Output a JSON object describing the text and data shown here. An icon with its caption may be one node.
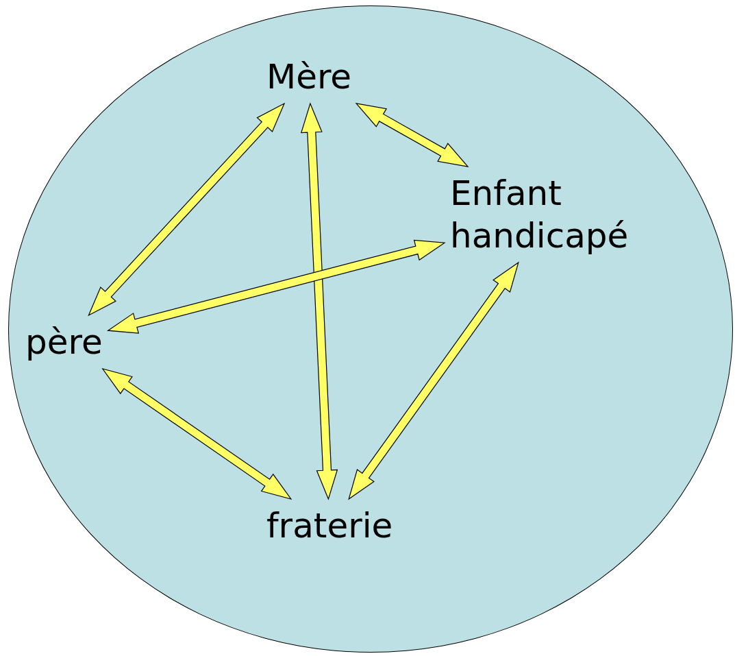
{
  "diagram": {
    "nodes": [
      {
        "text": [],
        "shape": "circle"
      },
      {
        "text": [
          "Mère"
        ],
        "in": 0
      },
      {
        "text": [
          "Enfant handicapé"
        ],
        "in": 0
      },
      {
        "text": [
          "père"
        ],
        "in": 0
      },
      {
        "text": [
          "fraterie"
        ],
        "in": 0
      }
    ],
    "edges": [
      {
        "from": 1,
        "to": 2,
        "arrow": "both"
      },
      {
        "from": 1,
        "to": 3,
        "arrow": "both"
      },
      {
        "from": 1,
        "to": 4,
        "arrow": "both"
      },
      {
        "from": 3,
        "to": 2,
        "arrow": "both"
      },
      {
        "from": 2,
        "to": 4,
        "arrow": "both"
      },
      {
        "from": 3,
        "to": 4,
        "arrow": "both"
      }
    ]
  }
}
